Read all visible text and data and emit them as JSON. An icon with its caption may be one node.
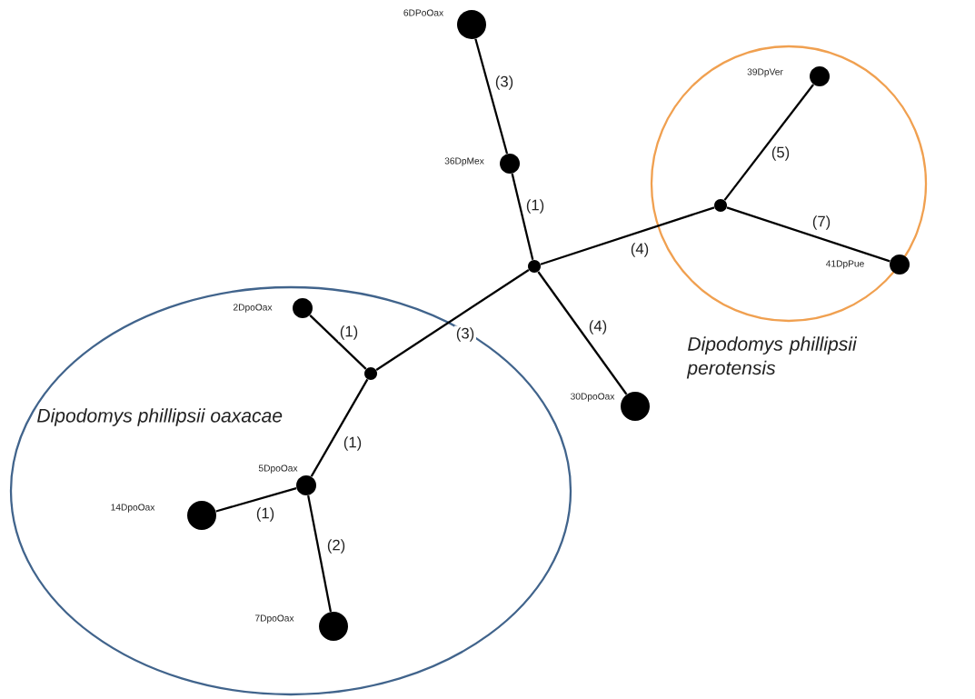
{
  "diagram": {
    "nodes": [
      {
        "text": [
          "Dipodomys phillipsii oaxacae"
        ]
      },
      {
        "text": [
          "Dipodomys phillipsii perotensis"
        ]
      },
      {
        "text": [],
        "shape": "circle",
        "beside": [
          "6DPoOax"
        ]
      },
      {
        "text": [],
        "shape": "circle",
        "beside": [
          "36DpMex"
        ]
      },
      {
        "text": [],
        "shape": "circle"
      },
      {
        "text": [],
        "shape": "circle",
        "in": 1
      },
      {
        "text": [],
        "shape": "circle",
        "beside": [
          "39DpVer"
        ],
        "in": 1
      },
      {
        "text": [],
        "shape": "circle",
        "beside": [
          "41DpPue"
        ],
        "in": 1
      },
      {
        "text": [],
        "shape": "circle",
        "beside": [
          "30DpoOax"
        ]
      },
      {
        "text": [],
        "shape": "circle",
        "in": 0
      },
      {
        "text": [],
        "shape": "circle",
        "beside": [
          "2DpoOax"
        ],
        "in": 0
      },
      {
        "text": [],
        "shape": "circle",
        "beside": [
          "5DpoOax"
        ],
        "in": 0
      },
      {
        "text": [],
        "shape": "circle",
        "beside": [
          "14DpoOax"
        ],
        "in": 0
      },
      {
        "text": [],
        "shape": "circle",
        "beside": [
          "7DpoOax"
        ],
        "in": 0
      }
    ],
    "edges": [
      {
        "from": 2,
        "to": 3,
        "arrow": "none",
        "label": "(3)"
      },
      {
        "from": 3,
        "to": 4,
        "arrow": "none",
        "label": "(1)"
      },
      {
        "from": 4,
        "to": 5,
        "arrow": "none",
        "label": "(4)"
      },
      {
        "from": 5,
        "to": 6,
        "arrow": "none",
        "label": "(5)"
      },
      {
        "from": 5,
        "to": 7,
        "arrow": "none",
        "label": "(7)"
      },
      {
        "from": 4,
        "to": 8,
        "arrow": "none",
        "label": "(4)"
      },
      {
        "from": 4,
        "to": 9,
        "arrow": "none",
        "label": "(3)"
      },
      {
        "from": 9,
        "to": 10,
        "arrow": "none",
        "label": "(1)"
      },
      {
        "from": 9,
        "to": 11,
        "arrow": "none",
        "label": "(1)"
      },
      {
        "from": 11,
        "to": 12,
        "arrow": "none",
        "label": "(1)"
      },
      {
        "from": 11,
        "to": 13,
        "arrow": "none",
        "label": "(2)"
      }
    ]
  }
}
